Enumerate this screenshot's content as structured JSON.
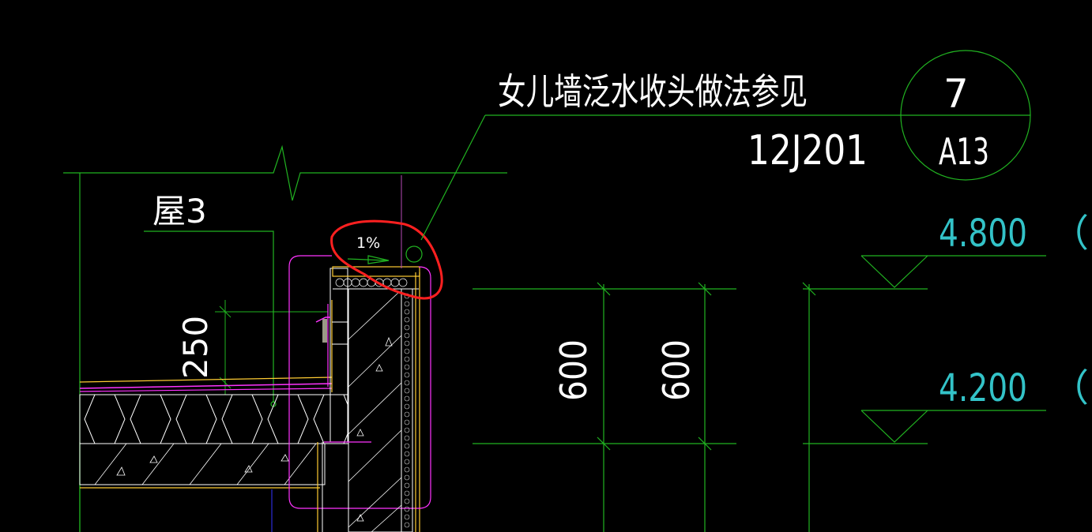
{
  "drawing": {
    "callout_text": "女儿墙泛水收头做法参见",
    "atlas_code": "12J201",
    "detail_index_top": "7",
    "detail_index_bottom": "A13",
    "roof_label": "屋3",
    "slope_label": "1%",
    "dim_parapet": "250",
    "dim_level_1": "600",
    "dim_level_2": "600",
    "elevation_top": "4.800",
    "elevation_top_suffix": "（",
    "elevation_bottom": "4.200",
    "elevation_bottom_suffix": "（"
  },
  "colors": {
    "background": "#000000",
    "linework": "#21b321",
    "text": "#ffffff",
    "elevation_text": "#33c3c8",
    "markup": "#ff2020",
    "finish_layer": "#ff33ff",
    "waterproof_layer": "#ffcc33"
  }
}
